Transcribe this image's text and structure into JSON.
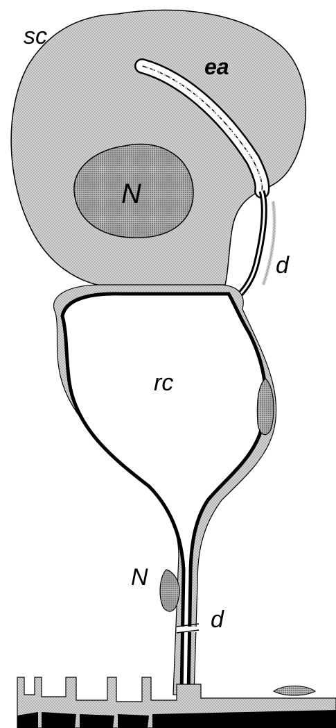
{
  "labels": {
    "secretory_cell": "sc",
    "end_apparatus": "ea",
    "nucleus_secretory": "N",
    "duct_upper": "d",
    "reservoir_cell": "rc",
    "nucleus_reservoir": "N",
    "duct_lower": "d"
  },
  "colors": {
    "stipple": "#c9c9c9",
    "nucleus_fill": "#a9a9a9",
    "outline": "#000000",
    "background": "#ffffff"
  }
}
